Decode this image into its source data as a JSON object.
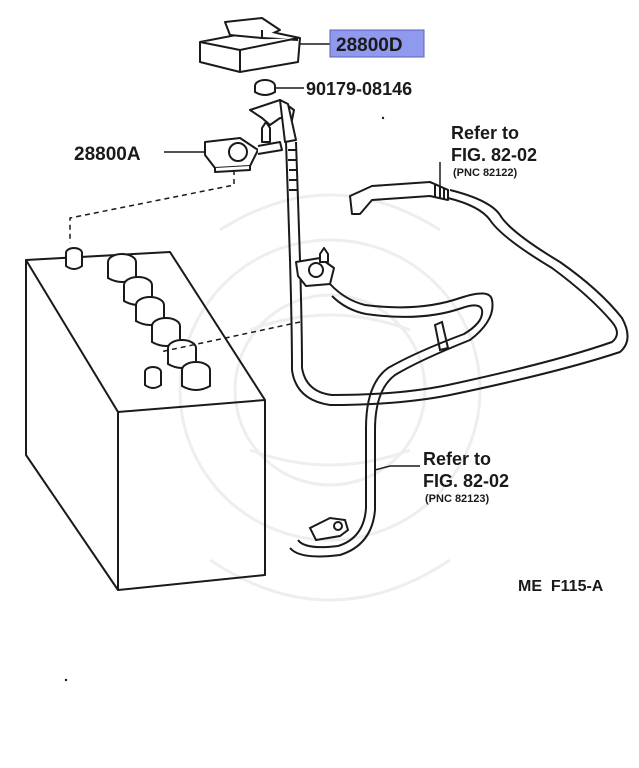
{
  "parts": {
    "cover": "28800D",
    "nut": "90179-08146",
    "terminal": "28800A"
  },
  "refs": {
    "upper": {
      "line1": "Refer to",
      "line2": "FIG. 82-02",
      "line3": "(PNC 82122)"
    },
    "lower": {
      "line1": "Refer to",
      "line2": "FIG. 82-02",
      "line3": "(PNC 82123)"
    }
  },
  "figure_code": "ME  F115-A",
  "colors": {
    "highlight": "#8f99ee",
    "line": "#1a1a1a",
    "background": "#ffffff"
  }
}
